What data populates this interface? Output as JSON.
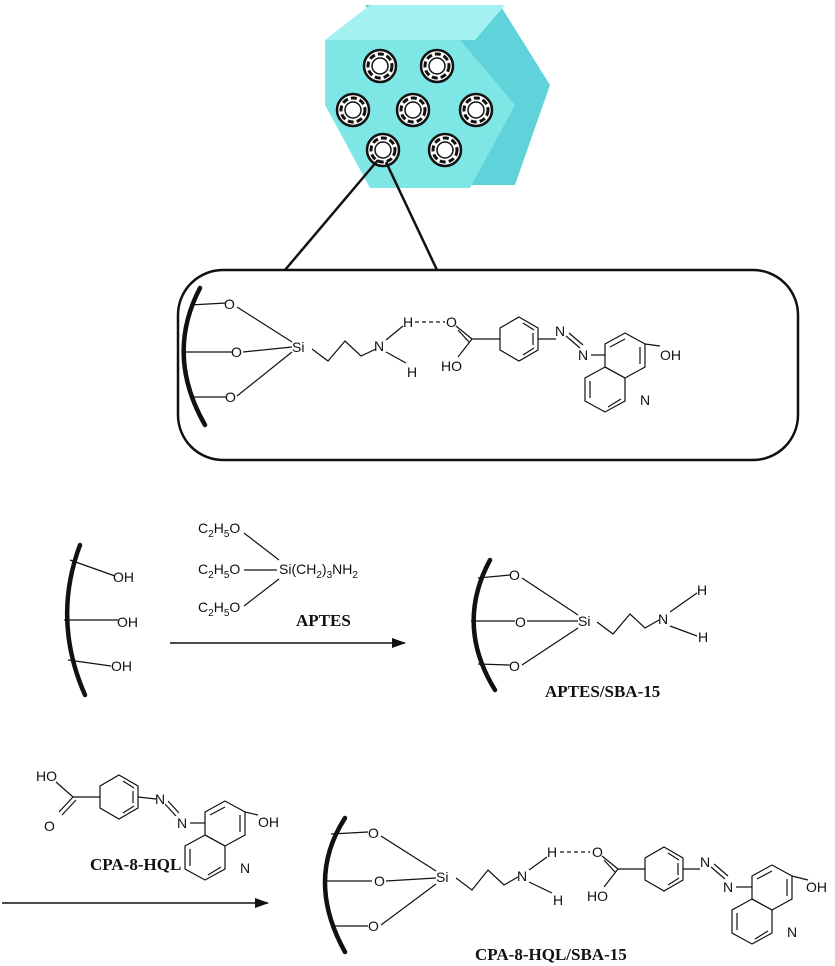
{
  "colors": {
    "crystal_front": "#7fe6e6",
    "crystal_side": "#5fd3d9",
    "crystal_top": "#a4f1f1",
    "ink": "#111111"
  },
  "labels": {
    "O": "O",
    "Si": "Si",
    "N": "N",
    "H": "H",
    "OH": "OH",
    "HO": "HO",
    "C": "C",
    "H2": "H",
    "sub2": "2",
    "sub5": "5",
    "sub3": "3"
  },
  "reagent": {
    "ethoxy": "C2H5O",
    "si_chain": "Si(CH2)3NH2"
  },
  "compounds": {
    "aptes": "APTES",
    "aptes_sba": "APTES/SBA-15",
    "cpa": "CPA-8-HQL",
    "cpa_sba": "CPA-8-HQL/SBA-15"
  }
}
